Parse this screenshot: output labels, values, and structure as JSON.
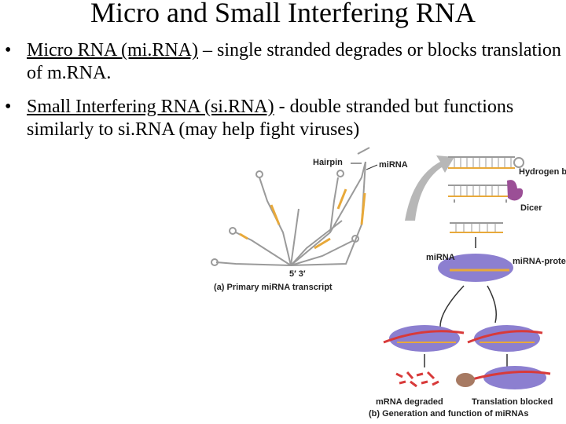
{
  "slide": {
    "title": "Micro and Small Interfering RNA",
    "bullets": [
      {
        "marker": "•",
        "term": "Micro RNA (mi.RNA)",
        "text": " – single stranded degrades or blocks translation of m.RNA."
      },
      {
        "marker": "•",
        "term": "Small Interfering RNA (si.RNA)",
        "text": " - double stranded but functions similarly to si.RNA (may help fight viruses)"
      }
    ]
  },
  "figure": {
    "labels": {
      "hairpin": "Hairpin",
      "mirna_top": "miRNA",
      "hydrogen_bond": "Hydrogen bond",
      "dicer": "Dicer",
      "five_three": "5′ 3′",
      "caption_a": "(a) Primary miRNA transcript",
      "mirna_mid": "miRNA",
      "complex": "miRNA-protein complex",
      "mrna_degraded": "mRNA degraded",
      "translation_blocked": "Translation blocked",
      "caption_b": "(b) Generation and function of miRNAs"
    },
    "colors": {
      "strand": "#9a9a9a",
      "mirna_strand": "#e8a93a",
      "mrna": "#d83a3a",
      "protein": "#8c7fd0",
      "dicer": "#9b4f96",
      "arrow": "#b7b7b7"
    }
  }
}
